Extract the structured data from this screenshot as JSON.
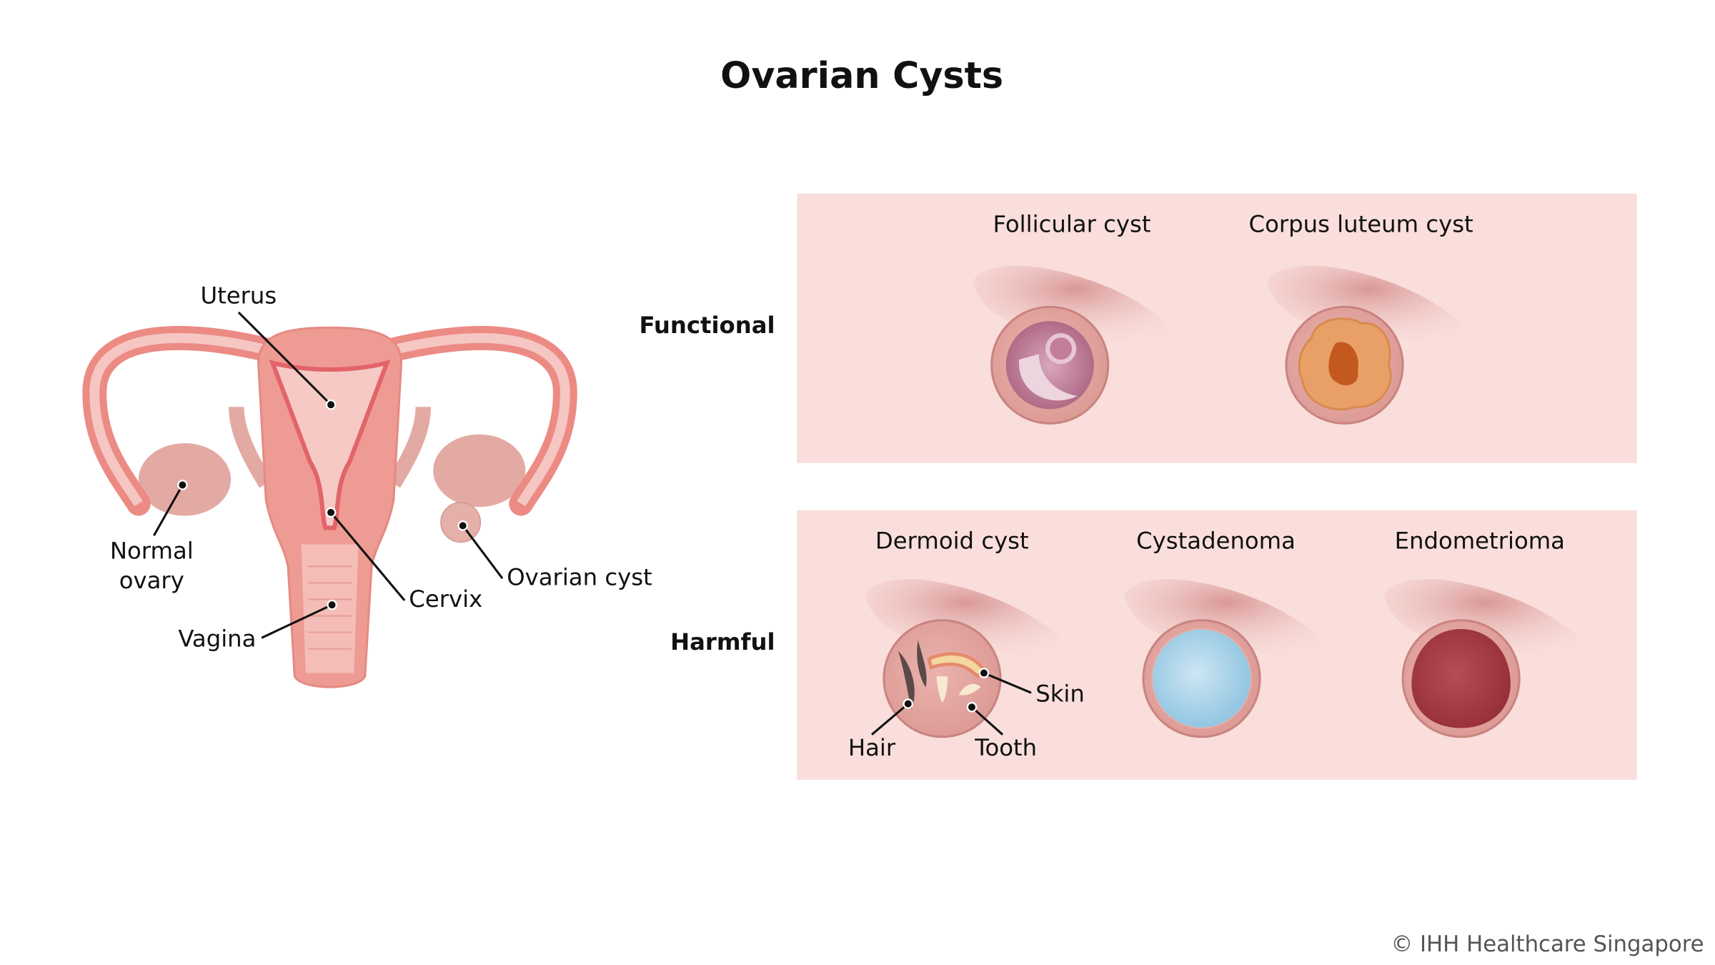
{
  "title": "Ovarian Cysts",
  "anatomy": {
    "uterus": "Uterus",
    "normal_ovary_line1": "Normal",
    "normal_ovary_line2": "ovary",
    "vagina": "Vagina",
    "cervix": "Cervix",
    "ovarian_cyst": "Ovarian cyst"
  },
  "functional": {
    "label": "Functional",
    "types": [
      "Follicular cyst",
      "Corpus luteum cyst"
    ]
  },
  "harmful": {
    "label": "Harmful",
    "types": [
      "Dermoid cyst",
      "Cystadenoma",
      "Endometrioma"
    ],
    "dermoid_parts": {
      "skin": "Skin",
      "hair": "Hair",
      "tooth": "Tooth"
    }
  },
  "colors": {
    "panel": "#f9dedb",
    "tissue": "#ee9b93",
    "ovary": "#e3aaa4",
    "cystadenoma": "#a8d3ea",
    "endometrioma": "#a8424a"
  },
  "copyright": "© IHH Healthcare Singapore"
}
